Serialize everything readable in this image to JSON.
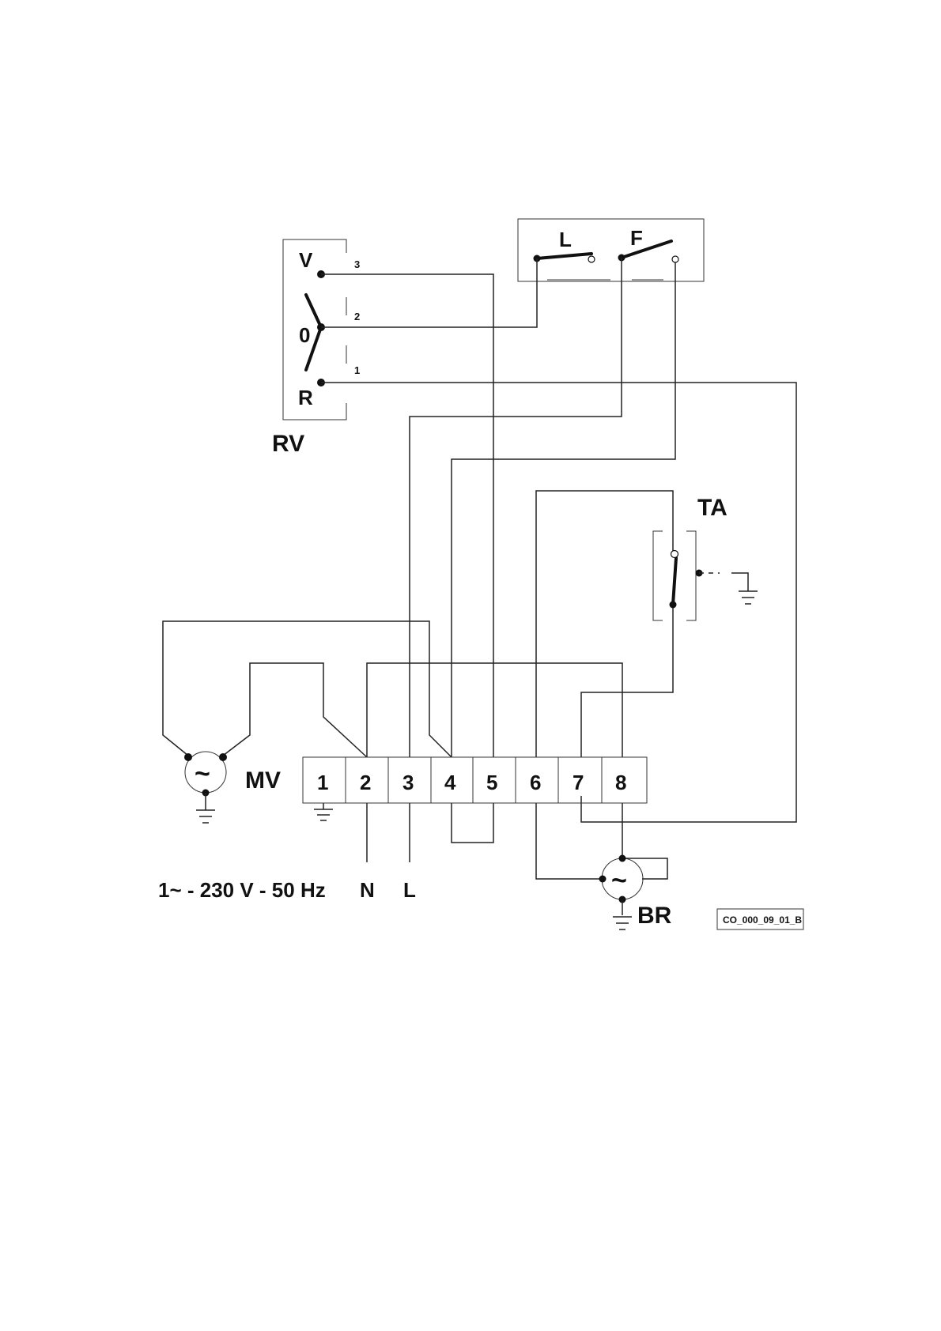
{
  "rv": {
    "name": "RV",
    "pos_v": "V",
    "pos_o": "0",
    "pos_r": "R",
    "term_1": "1",
    "term_2": "2",
    "term_3": "3"
  },
  "thermostat_switch": {
    "label_l": "L",
    "label_f": "F"
  },
  "ta": {
    "name": "TA"
  },
  "terminal_block": {
    "terminals": [
      "1",
      "2",
      "3",
      "4",
      "5",
      "6",
      "7",
      "8"
    ]
  },
  "mv": {
    "name": "MV"
  },
  "br": {
    "name": "BR"
  },
  "supply": {
    "spec": "1~ - 230 V - 50 Hz",
    "neutral": "N",
    "line": "L"
  },
  "drawing_code": "CO_000_09_01_B"
}
